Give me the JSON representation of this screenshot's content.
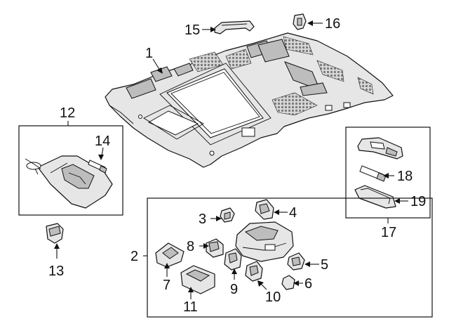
{
  "callouts": {
    "c1": "1",
    "c2": "2",
    "c3": "3",
    "c4": "4",
    "c5": "5",
    "c6": "6",
    "c7": "7",
    "c8": "8",
    "c9": "9",
    "c10": "10",
    "c11": "11",
    "c12": "12",
    "c13": "13",
    "c14": "14",
    "c15": "15",
    "c16": "16",
    "c17": "17",
    "c18": "18",
    "c19": "19"
  },
  "colors": {
    "line": "#111111",
    "part_fill": "#e6e6e6",
    "background": "#ffffff"
  }
}
